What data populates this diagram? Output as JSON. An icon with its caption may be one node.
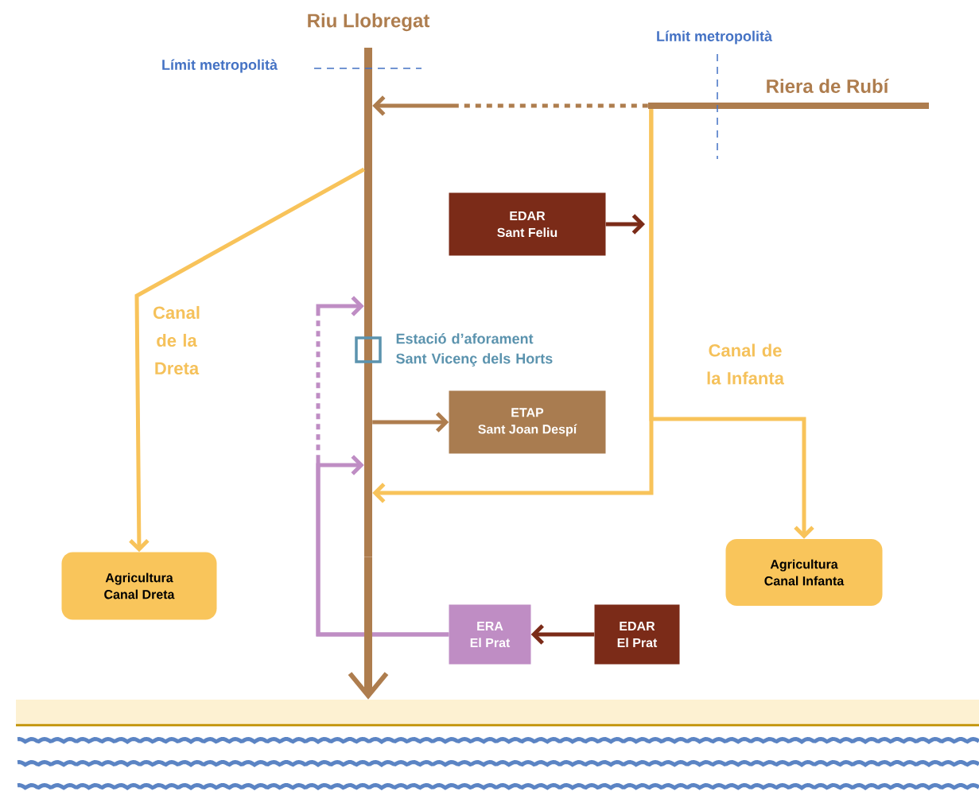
{
  "diagram": {
    "nodes": [
      {
        "text": [
          "Riu Llobregat"
        ]
      },
      {
        "text": [
          "Riera de Rubí"
        ]
      },
      {
        "text": [
          "EDAR",
          "Sant Feliu"
        ]
      },
      {
        "text": [],
        "shape": "box",
        "beside": [
          "Estació d’aforament Sant Vicenç dels Horts"
        ]
      },
      {
        "text": [
          "ETAP",
          "Sant Joan Despí"
        ]
      },
      {
        "text": [
          "Agricultura",
          "Canal Dreta"
        ]
      },
      {
        "text": [
          "Agricultura",
          "Canal Infanta"
        ]
      },
      {
        "text": [
          "ERA",
          "El Prat"
        ]
      },
      {
        "text": [
          "EDAR",
          "El Prat"
        ]
      },
      {
        "text": [],
        "shape": "box"
      }
    ],
    "edges": [
      {
        "from": 1,
        "to": 0,
        "arrow": "to",
        "style": "dashed",
        "color": "#ae7d4e"
      },
      {
        "from": 1,
        "to": 6,
        "arrow": "to",
        "color": "#f8c35a"
      },
      {
        "from": 1,
        "to": 0,
        "arrow": "to",
        "color": "#f8c35a"
      },
      {
        "from": 0,
        "to": 5,
        "arrow": "to",
        "color": "#f8c35a"
      },
      {
        "from": 2,
        "to": null,
        "arrow": "to",
        "color": "#7b2b18"
      },
      {
        "from": 0,
        "to": 4,
        "arrow": "to",
        "color": "#ae7d4e"
      },
      {
        "from": 8,
        "to": 7,
        "arrow": "to",
        "color": "#7b2b18"
      },
      {
        "from": 7,
        "to": 0,
        "arrow": "to",
        "color": "#bf8dc4"
      },
      {
        "from": 7,
        "to": 0,
        "arrow": "to",
        "style": "dashed",
        "color": "#bf8dc4"
      },
      {
        "from": 0,
        "to": 9,
        "arrow": "to",
        "style": "thick",
        "color": "#ae7d4e"
      }
    ],
    "labels": [
      "Límit metropolità",
      "Límit metropolità",
      "Canal de la Dreta",
      "Canal de la Infanta"
    ]
  }
}
